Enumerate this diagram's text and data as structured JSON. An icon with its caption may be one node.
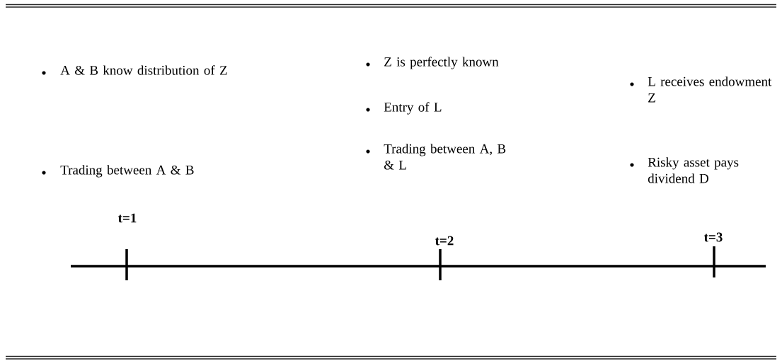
{
  "diagram": {
    "labels": [
      "A & B know distribution of Z",
      "Trading between A & B",
      "Z is perfectly known",
      "Entry of L",
      "Trading between A, B & L",
      "L receives endowment Z",
      "Risky asset pays dividend D",
      "t=1",
      "t=2",
      "t=3"
    ]
  }
}
